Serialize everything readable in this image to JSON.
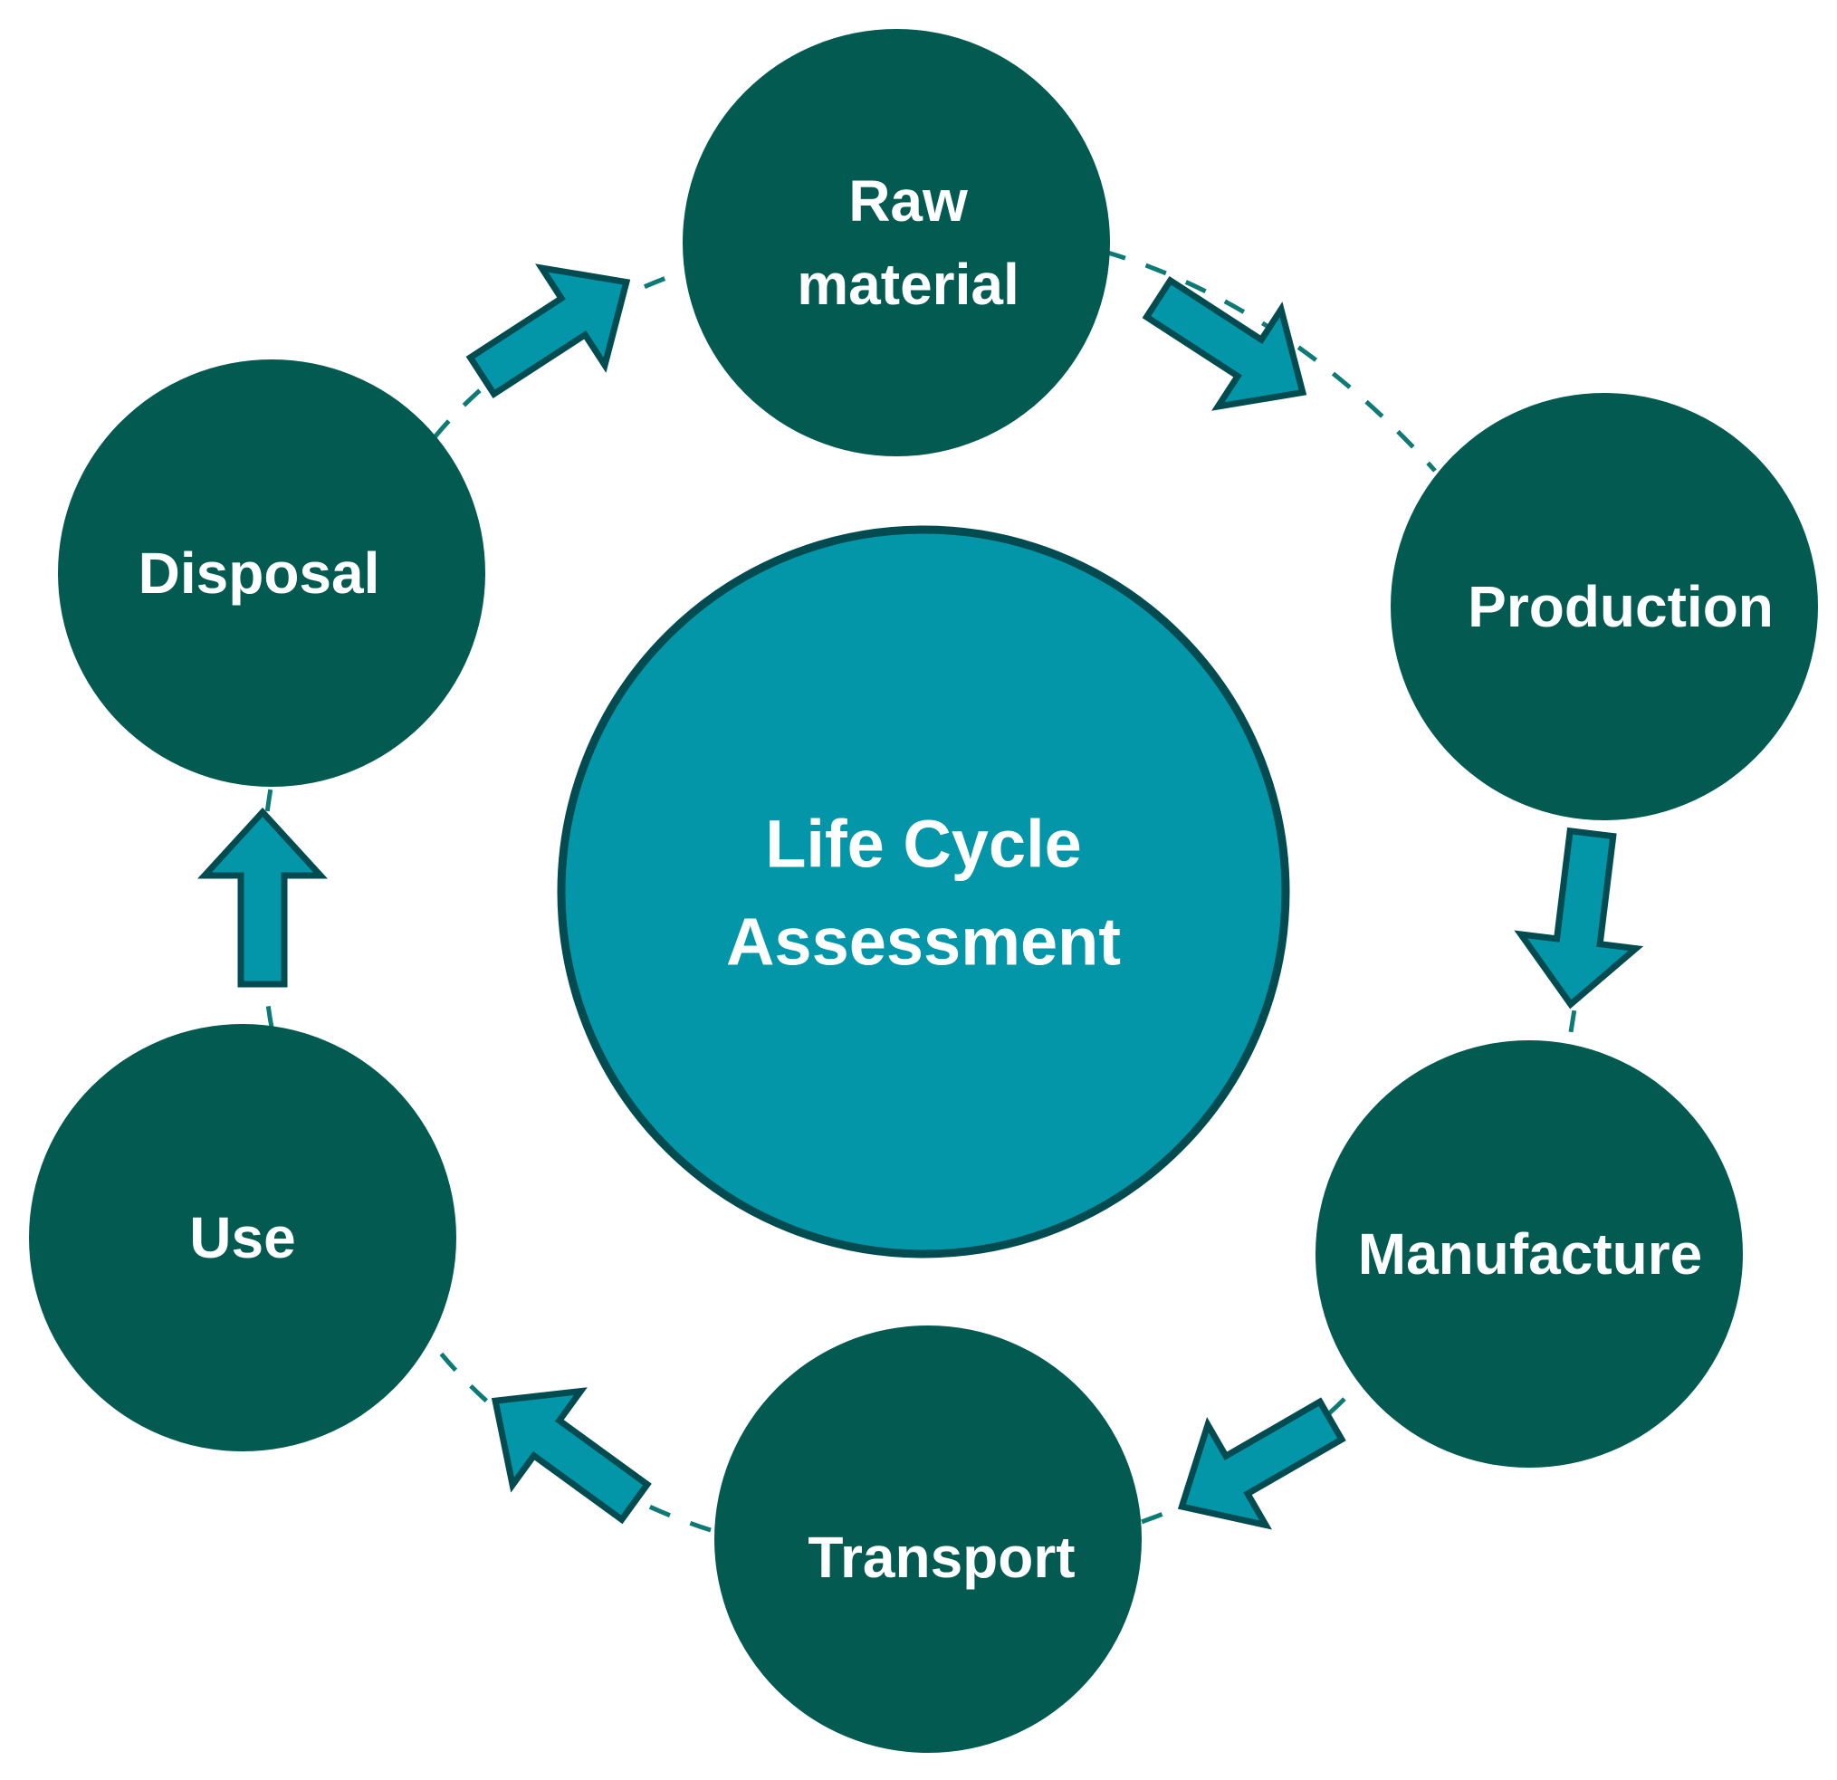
{
  "colors": {
    "node_fill": "#035a50",
    "center_fill": "#0396a9",
    "center_stroke": "#024b51",
    "arrow_fill": "#0396a9",
    "arrow_stroke": "#024b51",
    "connector": "#0e7a75",
    "label": "#ffffff"
  },
  "center": {
    "title_line1": "Life Cycle",
    "title_line2": "Assessment"
  },
  "stages": [
    {
      "id": "raw-material",
      "line1": "Raw",
      "line2": "material"
    },
    {
      "id": "production",
      "line1": "Production"
    },
    {
      "id": "manufacture",
      "line1": "Manufacture"
    },
    {
      "id": "transport",
      "line1": "Transport"
    },
    {
      "id": "use",
      "line1": "Use"
    },
    {
      "id": "disposal",
      "line1": "Disposal"
    }
  ],
  "flow": [
    {
      "from": "raw-material",
      "to": "production"
    },
    {
      "from": "production",
      "to": "manufacture"
    },
    {
      "from": "manufacture",
      "to": "transport"
    },
    {
      "from": "transport",
      "to": "use"
    },
    {
      "from": "use",
      "to": "disposal"
    },
    {
      "from": "disposal",
      "to": "raw-material"
    }
  ]
}
